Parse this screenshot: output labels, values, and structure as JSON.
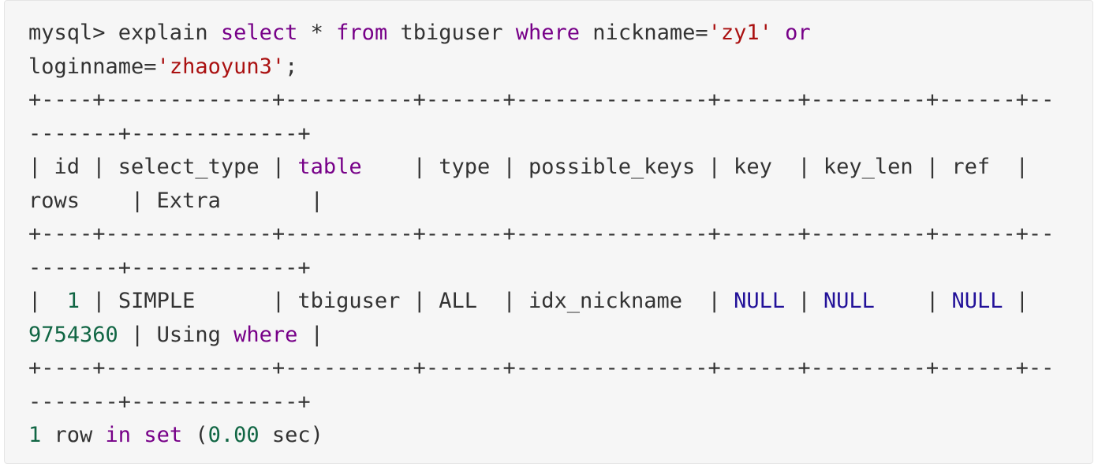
{
  "code_block": {
    "language": "sql",
    "colors": {
      "background": "#f6f6f6",
      "border": "#e5e5e5",
      "plain": "#333333",
      "keyword": "#770088",
      "string": "#aa1111",
      "atom": "#221199",
      "number": "#116644"
    },
    "lines": [
      [
        {
          "t": "mysql> explain ",
          "c": "plain"
        },
        {
          "t": "select",
          "c": "kw"
        },
        {
          "t": " * ",
          "c": "plain"
        },
        {
          "t": "from",
          "c": "kw"
        },
        {
          "t": " tbiguser ",
          "c": "plain"
        },
        {
          "t": "where",
          "c": "kw"
        },
        {
          "t": " nickname=",
          "c": "plain"
        },
        {
          "t": "'zy1'",
          "c": "str"
        },
        {
          "t": " ",
          "c": "plain"
        },
        {
          "t": "or",
          "c": "kw"
        }
      ],
      [
        {
          "t": "loginname=",
          "c": "plain"
        },
        {
          "t": "'zhaoyun3'",
          "c": "str"
        },
        {
          "t": ";",
          "c": "plain"
        }
      ],
      [
        {
          "t": "+----+-------------+----------+------+---------------+------+---------+------+--",
          "c": "plain"
        }
      ],
      [
        {
          "t": "-------+-------------+",
          "c": "plain"
        }
      ],
      [
        {
          "t": "| id | select_type | ",
          "c": "plain"
        },
        {
          "t": "table",
          "c": "kw"
        },
        {
          "t": "    | type | possible_keys | key  | key_len | ref  |",
          "c": "plain"
        }
      ],
      [
        {
          "t": "rows    | Extra       |",
          "c": "plain"
        }
      ],
      [
        {
          "t": "+----+-------------+----------+------+---------------+------+---------+------+--",
          "c": "plain"
        }
      ],
      [
        {
          "t": "-------+-------------+",
          "c": "plain"
        }
      ],
      [
        {
          "t": "|  ",
          "c": "plain"
        },
        {
          "t": "1",
          "c": "num"
        },
        {
          "t": " | SIMPLE      | tbiguser | ALL  | idx_nickname  | ",
          "c": "plain"
        },
        {
          "t": "NULL",
          "c": "atom"
        },
        {
          "t": " | ",
          "c": "plain"
        },
        {
          "t": "NULL",
          "c": "atom"
        },
        {
          "t": "    | ",
          "c": "plain"
        },
        {
          "t": "NULL",
          "c": "atom"
        },
        {
          "t": " |",
          "c": "plain"
        }
      ],
      [
        {
          "t": "9754360",
          "c": "num"
        },
        {
          "t": " | Using ",
          "c": "plain"
        },
        {
          "t": "where",
          "c": "kw"
        },
        {
          "t": " |",
          "c": "plain"
        }
      ],
      [
        {
          "t": "+----+-------------+----------+------+---------------+------+---------+------+--",
          "c": "plain"
        }
      ],
      [
        {
          "t": "-------+-------------+",
          "c": "plain"
        }
      ],
      [
        {
          "t": "1",
          "c": "num"
        },
        {
          "t": " row ",
          "c": "plain"
        },
        {
          "t": "in",
          "c": "kw"
        },
        {
          "t": " ",
          "c": "plain"
        },
        {
          "t": "set",
          "c": "kw"
        },
        {
          "t": " (",
          "c": "plain"
        },
        {
          "t": "0.00",
          "c": "num"
        },
        {
          "t": " sec)",
          "c": "plain"
        }
      ]
    ]
  }
}
